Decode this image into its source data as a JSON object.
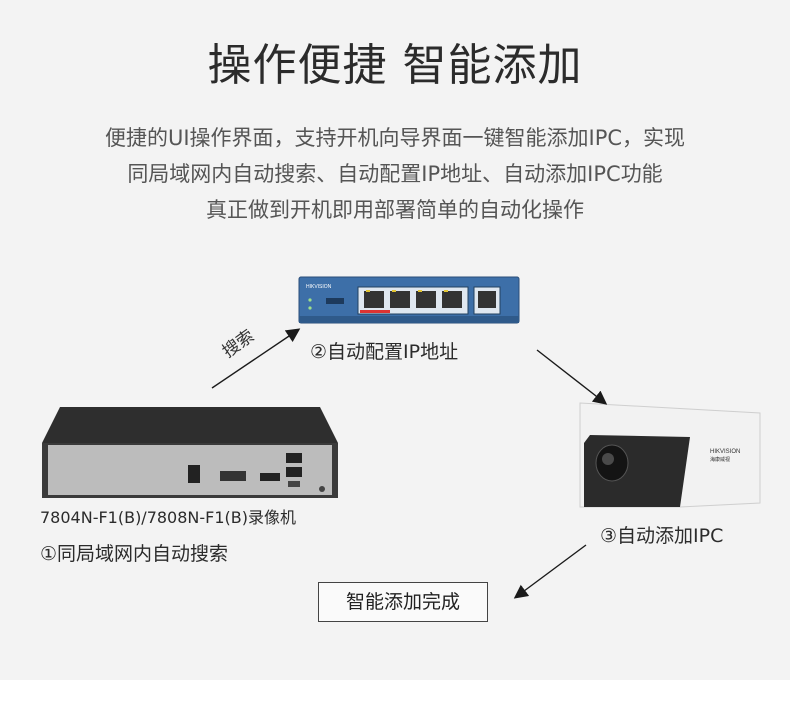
{
  "title": "操作便捷  智能添加",
  "description": [
    "便捷的UI操作界面，支持开机向导界面一键智能添加IPC，实现",
    "同局域网内自动搜索、自动配置IP地址、自动添加IPC功能",
    "真正做到开机即用部署简单的自动化操作"
  ],
  "steps": {
    "search_tag": "搜索",
    "step1": "①同局域网内自动搜索",
    "step2": "②自动配置IP地址",
    "step3": "③自动添加IPC",
    "done": "智能添加完成"
  },
  "devices": {
    "nvr_model": "7804N-F1(B)/7808N-F1(B)录像机",
    "switch_brand": "HIKVISION",
    "camera_brand": "HIKVISION",
    "camera_brand_cn": "海康威视"
  },
  "colors": {
    "switch_blue": "#3d6fa8",
    "nvr_black": "#2a2a2a",
    "arrow": "#1a1a1a"
  }
}
